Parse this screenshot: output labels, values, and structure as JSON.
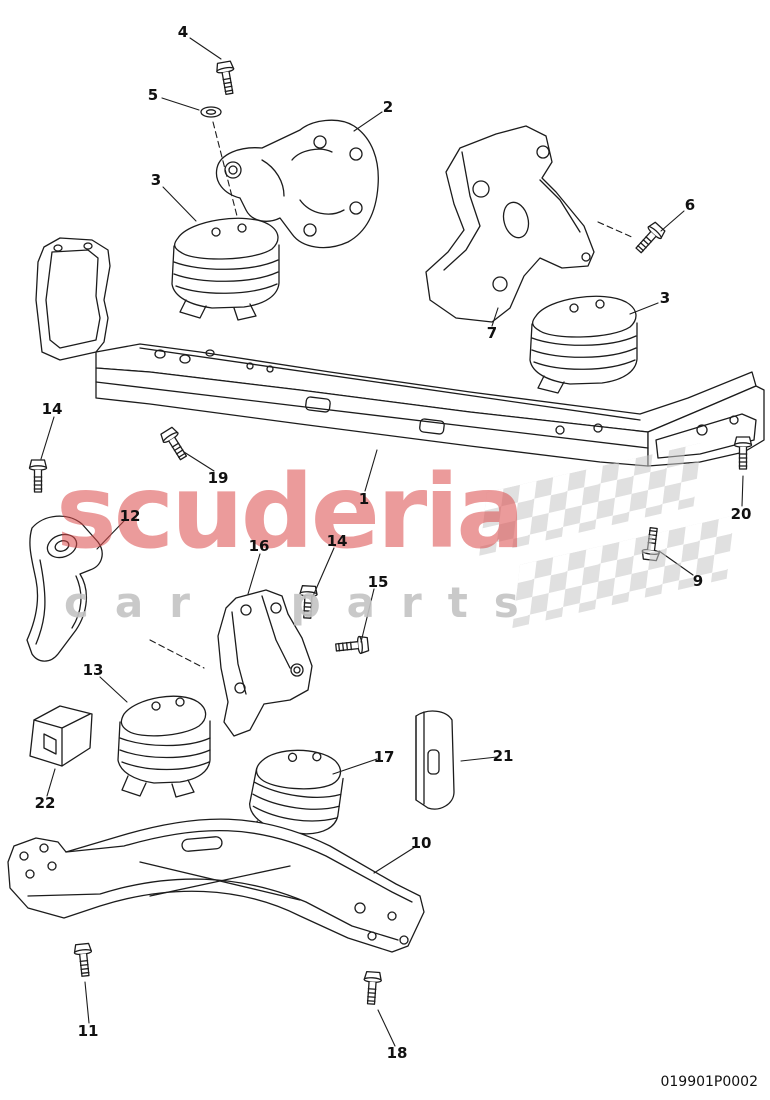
{
  "watermark": {
    "title": "scuderia",
    "subtitle": "car parts",
    "title_color": "#dc4a4a",
    "subtitle_color": "#c4c4c4",
    "flag_color": "#c7c7c7"
  },
  "footer": {
    "diagram_code": "019901P0002"
  },
  "colors": {
    "line": "#1c1c1c",
    "background": "#ffffff"
  },
  "callouts": {
    "bolt4": "4",
    "washer5": "5",
    "bracket2": "2",
    "mount3_left": "3",
    "bolt6": "6",
    "bracket7": "7",
    "mount3_right": "3",
    "bolt14_left": "14",
    "bolt19": "19",
    "beam1": "1",
    "bolt20": "20",
    "bolt9": "9",
    "lever12": "12",
    "bracket16": "16",
    "bolt14_mid": "14",
    "bolt15": "15",
    "mount13": "13",
    "clip22": "22",
    "mount17": "17",
    "clip21": "21",
    "beam10": "10",
    "bolt11": "11",
    "bolt18": "18"
  }
}
